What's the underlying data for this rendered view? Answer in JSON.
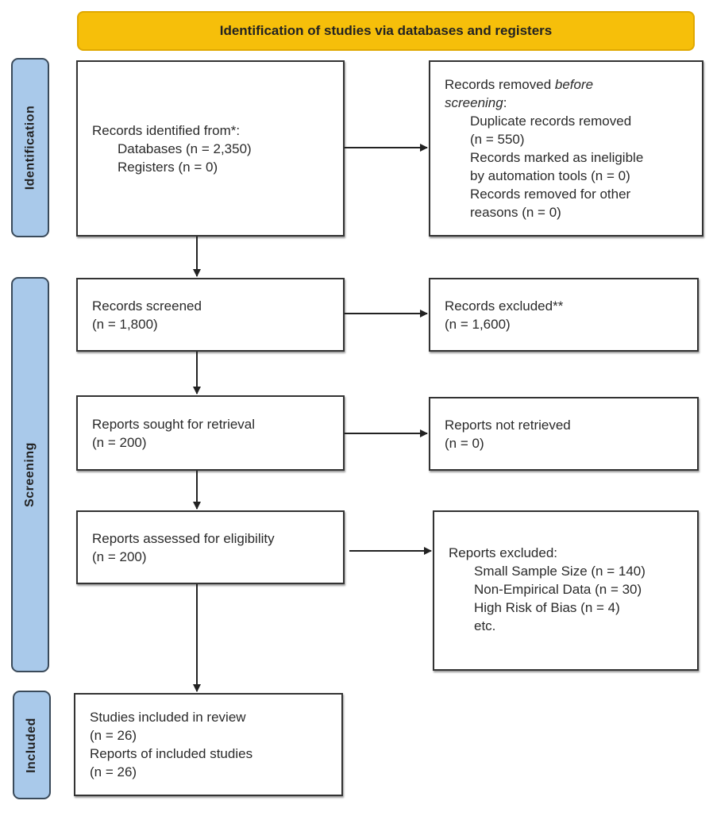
{
  "header": {
    "title": "Identification of studies via databases and registers"
  },
  "phases": {
    "identification": "Identification",
    "screening": "Screening",
    "included": "Included"
  },
  "identification": {
    "records_identified": {
      "title": "Records identified from*:",
      "databases": "Databases (n = 2,350)",
      "registers": "Registers (n = 0)"
    },
    "records_removed": {
      "title_prefix": "Records removed ",
      "title_italic_1": "before",
      "title_italic_2": "screening",
      ":": ":",
      "duplicates": "Duplicate records removed",
      "duplicates_n": "(n = 550)",
      "ineligible": "Records marked as ineligible",
      "ineligible_n": "by automation tools (n = 0)",
      "other": "Records removed for other",
      "other_n": "reasons (n = 0)"
    }
  },
  "screening": {
    "screened": {
      "title": "Records screened",
      "n": "(n = 1,800)"
    },
    "excluded": {
      "title": "Records excluded**",
      "n": "(n = 1,600)"
    },
    "sought": {
      "title": "Reports sought for retrieval",
      "n": "(n = 200)"
    },
    "not_retrieved": {
      "title": "Reports not retrieved",
      "n": "(n = 0)"
    },
    "assessed": {
      "title": "Reports assessed for eligibility",
      "n": "(n = 200)"
    },
    "reports_excluded": {
      "title": "Reports excluded:",
      "reasons": [
        "Small Sample Size (n = 140)",
        "Non-Empirical Data (n = 30)",
        "High Risk of Bias (n = 4)",
        "etc."
      ]
    }
  },
  "included": {
    "studies": "Studies included in review",
    "studies_n": "(n = 26)",
    "reports": "Reports of included studies",
    "reports_n": "(n = 26)"
  },
  "colors": {
    "header": "#f6bf0a",
    "phase": "#a9c9ea"
  }
}
